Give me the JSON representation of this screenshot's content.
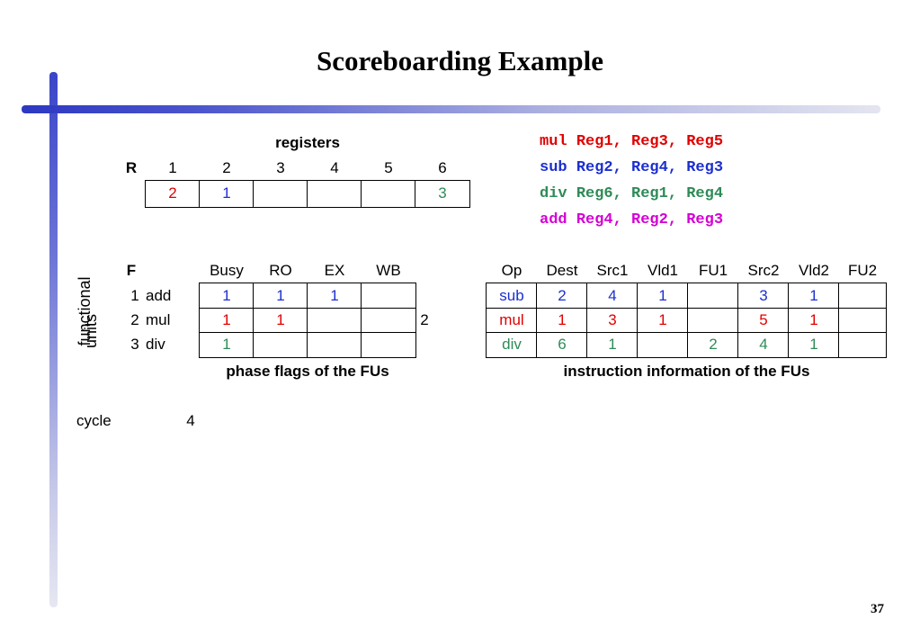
{
  "title": "Scoreboarding Example",
  "page_number": "37",
  "colors": {
    "red": "#e00000",
    "blue": "#1d2fd0",
    "green": "#2e8b57",
    "magenta": "#d400d4",
    "black": "#000000"
  },
  "registers": {
    "heading": "registers",
    "row_label": "R",
    "numbers": [
      "1",
      "2",
      "3",
      "4",
      "5",
      "6"
    ],
    "values": [
      "2",
      "1",
      "",
      "",
      "",
      "3"
    ]
  },
  "instructions": [
    {
      "op": "mul",
      "args": "Reg1, Reg3, Reg5"
    },
    {
      "op": "sub",
      "args": "Reg2, Reg4, Reg3"
    },
    {
      "op": "div",
      "args": "Reg6, Reg1, Reg4"
    },
    {
      "op": "add",
      "args": "Reg4, Reg2, Reg3"
    }
  ],
  "fu_table": {
    "label": "F",
    "side_label_line1": "functional",
    "side_label_line2": "units",
    "headers": [
      "Busy",
      "RO",
      "EX",
      "WB"
    ],
    "rows": [
      {
        "num": "1",
        "name": "add",
        "flags": [
          "1",
          "1",
          "1",
          ""
        ],
        "extra": ""
      },
      {
        "num": "2",
        "name": "mul",
        "flags": [
          "1",
          "1",
          "",
          ""
        ],
        "extra": "2"
      },
      {
        "num": "3",
        "name": "div",
        "flags": [
          "1",
          "",
          "",
          ""
        ],
        "extra": ""
      }
    ],
    "caption": "phase flags of the FUs"
  },
  "instr_table": {
    "headers": [
      "Op",
      "Dest",
      "Src1",
      "Vld1",
      "FU1",
      "Src2",
      "Vld2",
      "FU2"
    ],
    "rows": [
      [
        "sub",
        "2",
        "4",
        "1",
        "",
        "3",
        "1",
        ""
      ],
      [
        "mul",
        "1",
        "3",
        "1",
        "",
        "5",
        "1",
        ""
      ],
      [
        "div",
        "6",
        "1",
        "",
        "2",
        "4",
        "1",
        ""
      ]
    ],
    "caption": "instruction information of the FUs"
  },
  "cycle": {
    "label": "cycle",
    "value": "4"
  }
}
